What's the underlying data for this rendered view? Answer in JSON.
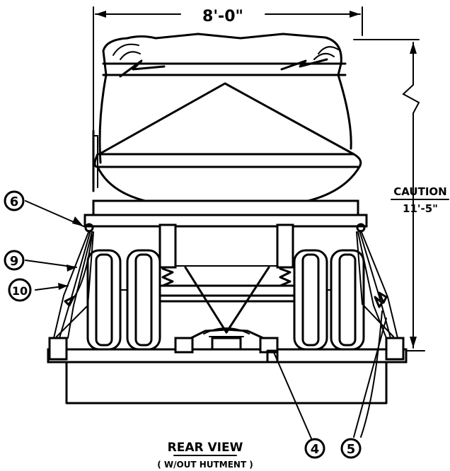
{
  "dimensions": {
    "width": "8'-0\"",
    "height_caution": "CAUTION",
    "height_value": "11'-5\""
  },
  "title": {
    "main": "REAR VIEW",
    "sub": "( W/OUT HUTMENT )"
  },
  "callouts": {
    "c4": "4",
    "c5": "5",
    "c6": "6",
    "c9": "9",
    "c10": "10"
  }
}
